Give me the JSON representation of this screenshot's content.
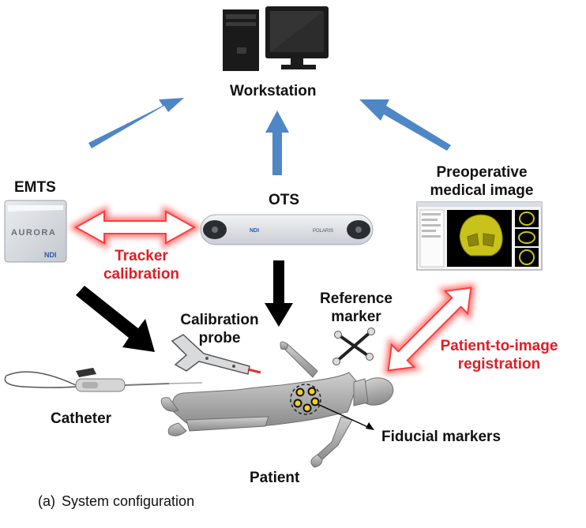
{
  "labels": {
    "workstation": "Workstation",
    "emts": "EMTS",
    "ots": "OTS",
    "preoperative_line1": "Preoperative",
    "preoperative_line2": "medical image",
    "tracker_line1": "Tracker",
    "tracker_line2": "calibration",
    "reference_line1": "Reference",
    "reference_line2": "marker",
    "calibration_line1": "Calibration",
    "calibration_line2": "probe",
    "patient_to_image_line1": "Patient-to-image",
    "patient_to_image_line2": "registration",
    "catheter": "Catheter",
    "fiducial": "Fiducial markers",
    "patient": "Patient"
  },
  "device_text": {
    "aurora": "AURORA",
    "ndi": "NDI",
    "polaris": "POLARIS"
  },
  "caption": {
    "tag": "(a)",
    "text": "System configuration"
  },
  "colors": {
    "flow_arrow": "#4f86c6",
    "measurement_arrow": "#000000",
    "calibration_highlight": "#e31b23",
    "fiducial_marker": "#f2d21b",
    "skull_render": "#c9c21a"
  }
}
